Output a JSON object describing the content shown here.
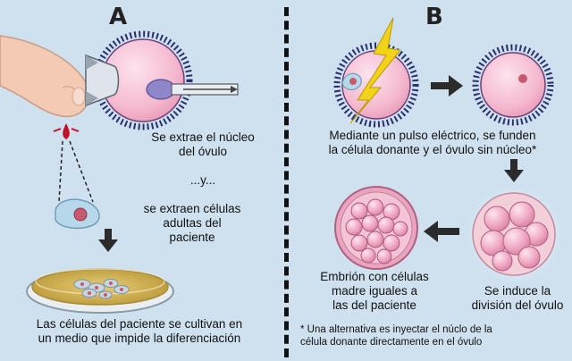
{
  "panel_a": {
    "label": "A",
    "extract_nucleus": "Se extrae el núcleo\ndel óvulo",
    "ellipsis": "...y...",
    "extract_cells": "se extraen células\nadultas del\npaciente",
    "culture": "Las células del paciente se cultivan en\nun medio que impide la diferenciación"
  },
  "panel_b": {
    "label": "B",
    "fusion": "Mediante un pulso eléctrico, se funden\nla célula donante y el óvulo sin núcleo*",
    "division": "Se induce la\ndivisión del óvulo",
    "embryo": "Embrión con células\nmadre iguales a\nlas del paciente",
    "footnote": "* Una alternativa es inyectar el núclo de la\ncélula donante directamente en el óvulo"
  },
  "colors": {
    "background": "#cfe1ef",
    "egg_fill": "#f5b9cf",
    "corona": "#2b2f6e",
    "nucleus": "#8f86c9",
    "arrow": "#2b2b2b",
    "blood": "#c0102a",
    "culture_medium": "#d6b658",
    "lightning": "#f3d21a"
  }
}
